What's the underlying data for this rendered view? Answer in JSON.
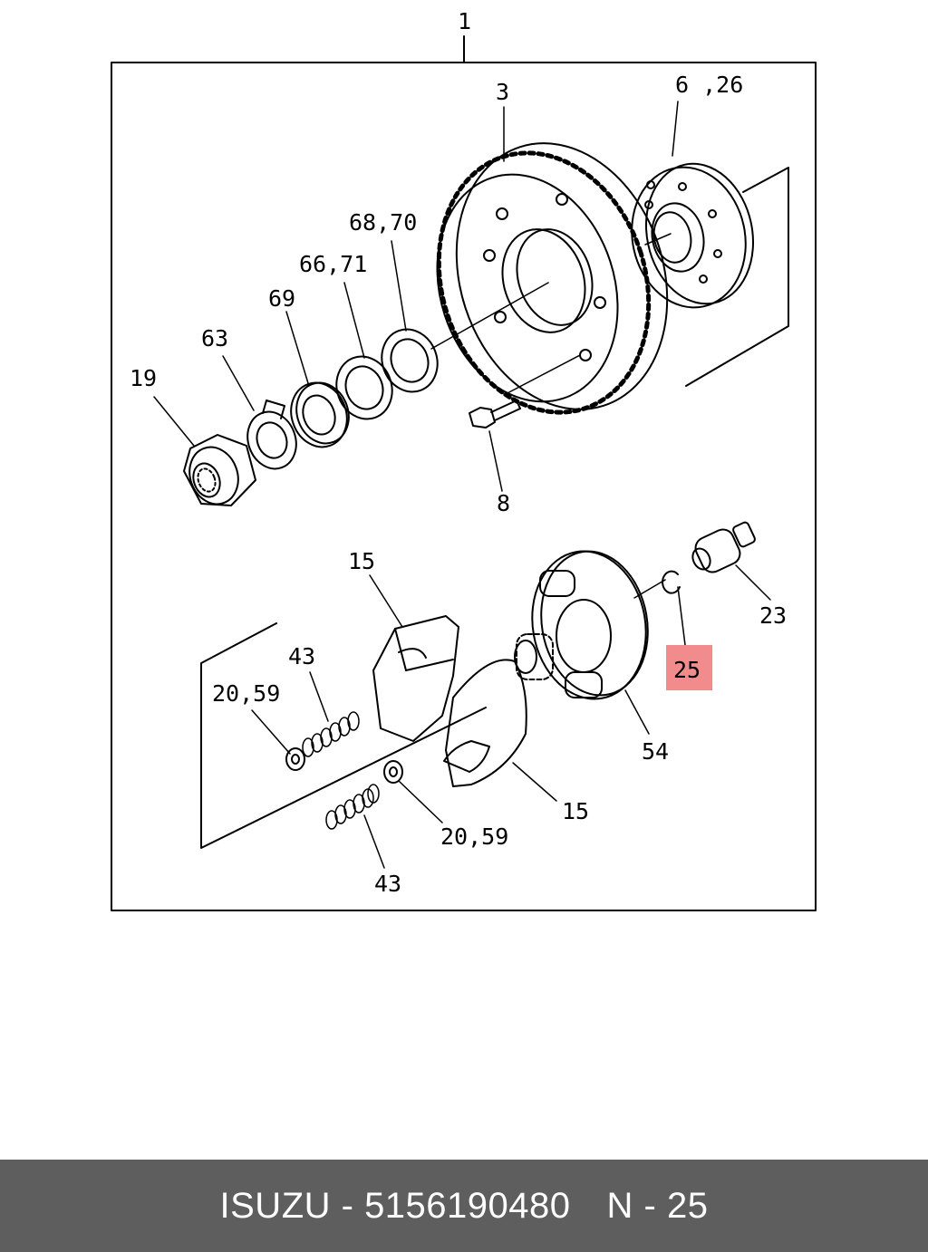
{
  "diagram": {
    "labels": {
      "assembly": "1",
      "gear": "3",
      "flange": "6 ,26",
      "washer_68_70": "68,70",
      "washer_66_71": "66,71",
      "ring_69": "69",
      "lock_washer": "63",
      "nut": "19",
      "bolt": "8",
      "weight_top": "15",
      "weight_bottom": "15",
      "spring_top": "43",
      "spring_bottom": "43",
      "washer_left": "20,59",
      "washer_bottom": "20,59",
      "snap_ring": "25",
      "pin": "23",
      "hub": "54"
    },
    "highlight": {
      "part": "25",
      "color": "#f28b8b"
    }
  },
  "footer": {
    "brand_part": "ISUZU - 5156190480",
    "ref": "N - 25",
    "background": "#5e5e5e"
  }
}
